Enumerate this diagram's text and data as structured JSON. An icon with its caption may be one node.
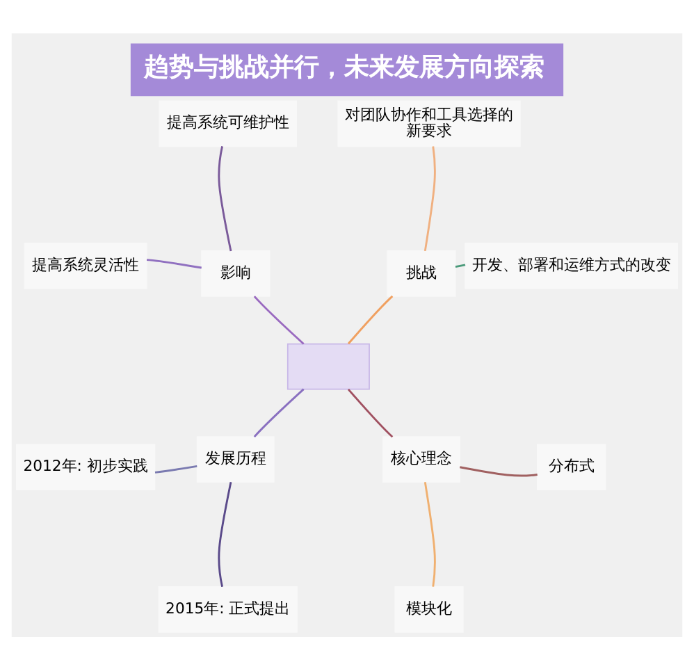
{
  "diagram": {
    "title": "趋势与挑战并行，未来发展方向探索",
    "nodes": [
      {
        "text": [
          "开发、部署和运维方式的改变"
        ]
      },
      {
        "text": [
          "对团队协作和工具选择的新要求"
        ]
      },
      {
        "text": [
          "挑战"
        ]
      },
      {
        "text": [
          "提高系统可维护性"
        ]
      },
      {
        "text": [
          "2012年: 初步实践"
        ]
      },
      {
        "text": [],
        "shape": "box"
      },
      {
        "text": [
          "影响"
        ]
      },
      {
        "text": [
          "发展历程"
        ]
      },
      {
        "text": [
          "提高系统灵活性"
        ]
      },
      {
        "text": [
          "2015年: 正式提出"
        ]
      },
      {
        "text": [
          "核心理念"
        ]
      },
      {
        "text": [
          "模块化"
        ]
      },
      {
        "text": [
          "分布式"
        ]
      }
    ],
    "edges": [
      {
        "from": 5,
        "to": 2,
        "arrow": "none",
        "color": "#f0a060"
      },
      {
        "from": 2,
        "to": 0,
        "arrow": "none",
        "color": "#4a9a7a"
      },
      {
        "from": 2,
        "to": 1,
        "arrow": "none",
        "color": "#f0b080"
      },
      {
        "from": 5,
        "to": 6,
        "arrow": "none",
        "color": "#9a6ac0"
      },
      {
        "from": 6,
        "to": 3,
        "arrow": "none",
        "color": "#7a5a9a"
      },
      {
        "from": 6,
        "to": 8,
        "arrow": "none",
        "color": "#9070c0"
      },
      {
        "from": 5,
        "to": 7,
        "arrow": "none",
        "color": "#8a70c0"
      },
      {
        "from": 7,
        "to": 4,
        "arrow": "none",
        "color": "#7a7ab0"
      },
      {
        "from": 7,
        "to": 9,
        "arrow": "none",
        "color": "#5a4a8a"
      },
      {
        "from": 5,
        "to": 10,
        "arrow": "none",
        "color": "#a05060"
      },
      {
        "from": 10,
        "to": 12,
        "arrow": "none",
        "color": "#a06060"
      },
      {
        "from": 10,
        "to": 11,
        "arrow": "none",
        "color": "#f0b070"
      }
    ]
  }
}
